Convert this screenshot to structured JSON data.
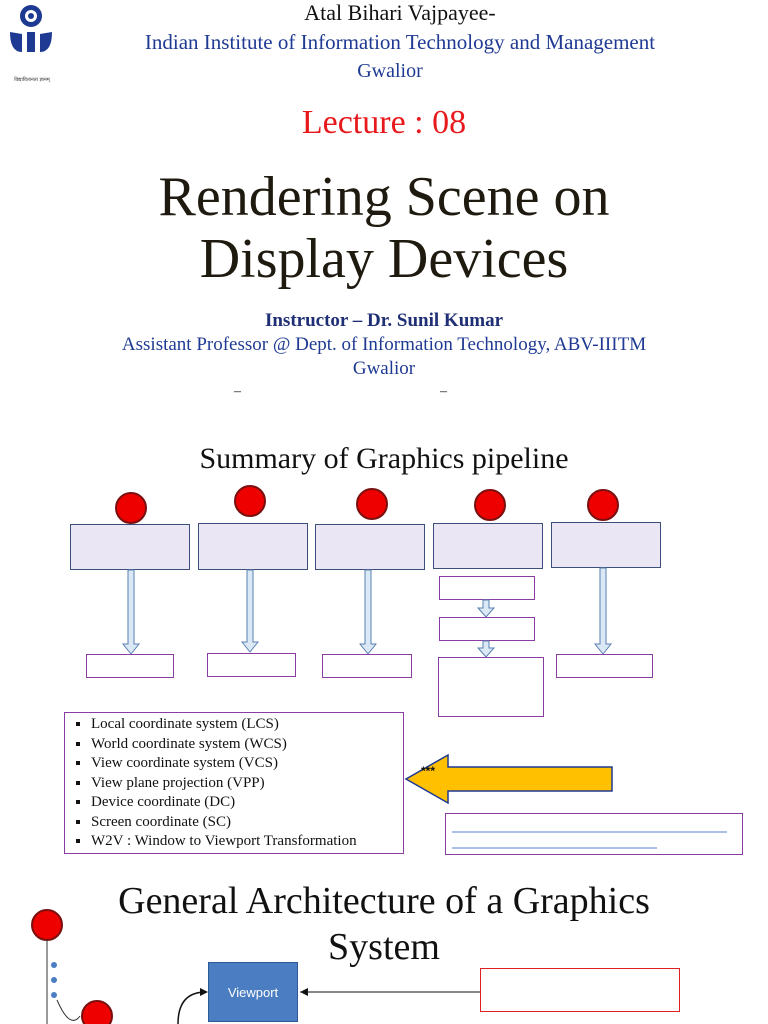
{
  "header": {
    "institute_line1": "Atal Bihari Vajpayee-",
    "institute_line2": "Indian Institute of Information Technology and Management",
    "institute_line3": "Gwalior",
    "logo_motto": "विद्यावितानता ज्ञानम्"
  },
  "lecture": "Lecture : 08",
  "title_line1": "Rendering Scene on",
  "title_line2": "Display Devices",
  "instructor": "Instructor – Dr. Sunil Kumar",
  "affiliation_line1": "Assistant Professor @ Dept. of Information Technology, ABV-IIITM",
  "affiliation_line2": "Gwalior",
  "dash_left": "–",
  "dash_right": "–",
  "pipeline": {
    "title": "Summary of Graphics pipeline",
    "legend": [
      "Local coordinate system (LCS)",
      "World coordinate system (WCS)",
      "View coordinate system (VCS)",
      "View plane projection (VPP)",
      "Device coordinate (DC)",
      "Screen coordinate (SC)",
      "W2V : Window to Viewport Transformation"
    ],
    "arrow_label": "***"
  },
  "architecture": {
    "title_line1": "General Architecture of a Graphics",
    "title_line2": "System",
    "viewport_label": "Viewport"
  },
  "colors": {
    "lecture_red": "#e8191c",
    "institute_blue": "#1f3a93",
    "dot_red": "#ee0000",
    "arrow_yellow": "#ffc000",
    "viewport_blue": "#4a7dc1"
  }
}
